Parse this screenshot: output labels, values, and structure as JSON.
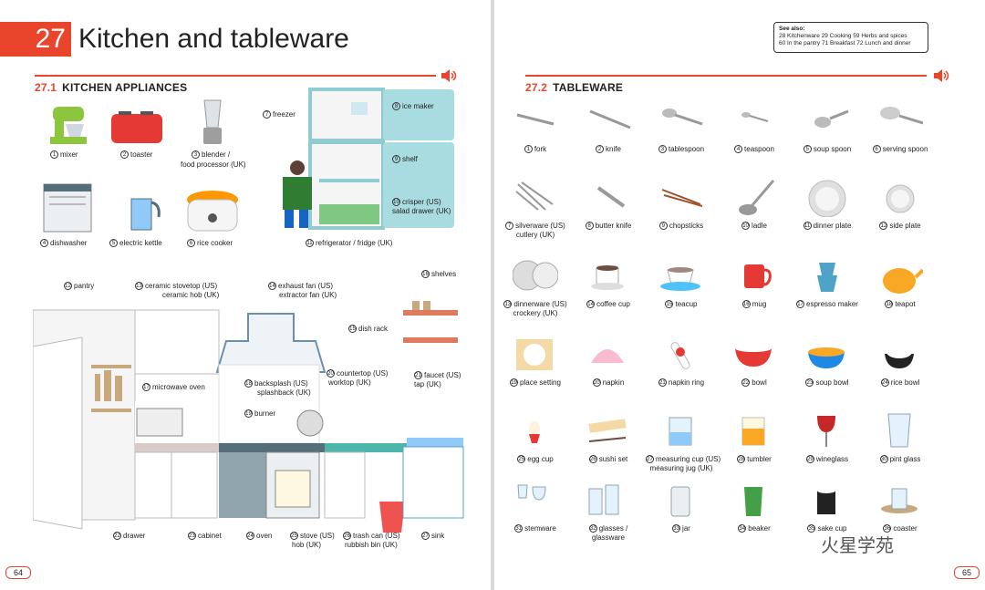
{
  "chapter": {
    "number": "27",
    "title": "Kitchen and tableware"
  },
  "left_section": {
    "num": "27.1",
    "title": "KITCHEN APPLIANCES"
  },
  "right_section": {
    "num": "27.2",
    "title": "TABLEWARE"
  },
  "see_also": {
    "heading": "See also:",
    "line1": "28 Kitchenware 29 Cooking 59 Herbs and spices",
    "line2": "60 In the pantry 71 Breakfast 72 Lunch and dinner"
  },
  "appliances": [
    {
      "n": "1",
      "label": "mixer"
    },
    {
      "n": "2",
      "label": "toaster"
    },
    {
      "n": "3",
      "label": "blender /",
      "label2": "food processor (UK)"
    },
    {
      "n": "4",
      "label": "dishwasher"
    },
    {
      "n": "5",
      "label": "electric kettle"
    },
    {
      "n": "6",
      "label": "rice cooker"
    },
    {
      "n": "7",
      "label": "freezer"
    },
    {
      "n": "8",
      "label": "ice maker"
    },
    {
      "n": "9",
      "label": "shelf"
    },
    {
      "n": "10",
      "label": "crisper (US)",
      "label2": "salad drawer (UK)"
    },
    {
      "n": "11",
      "label": "refrigerator / fridge (UK)"
    }
  ],
  "kitchen": [
    {
      "n": "12",
      "label": "pantry"
    },
    {
      "n": "13",
      "label": "ceramic stovetop (US)",
      "label2": "ceramic hob (UK)"
    },
    {
      "n": "14",
      "label": "exhaust fan (US)",
      "label2": "extractor fan (UK)"
    },
    {
      "n": "15",
      "label": "dish rack"
    },
    {
      "n": "16",
      "label": "shelves"
    },
    {
      "n": "17",
      "label": "microwave oven"
    },
    {
      "n": "18",
      "label": "backsplash (US)",
      "label2": "splashback (UK)"
    },
    {
      "n": "19",
      "label": "burner"
    },
    {
      "n": "20",
      "label": "countertop (US)",
      "label2": "worktop (UK)"
    },
    {
      "n": "21",
      "label": "faucet (US)",
      "label2": "tap (UK)"
    },
    {
      "n": "22",
      "label": "drawer"
    },
    {
      "n": "23",
      "label": "cabinet"
    },
    {
      "n": "24",
      "label": "oven"
    },
    {
      "n": "25",
      "label": "stove (US)",
      "label2": "hob (UK)"
    },
    {
      "n": "26",
      "label": "trash can (US)",
      "label2": "rubbish bin (UK)"
    },
    {
      "n": "27",
      "label": "sink"
    }
  ],
  "tableware": [
    {
      "n": "1",
      "label": "fork"
    },
    {
      "n": "2",
      "label": "knife"
    },
    {
      "n": "3",
      "label": "tablespoon"
    },
    {
      "n": "4",
      "label": "teaspoon"
    },
    {
      "n": "5",
      "label": "soup spoon"
    },
    {
      "n": "6",
      "label": "serving spoon"
    },
    {
      "n": "7",
      "label": "silverware (US)",
      "label2": "cutlery (UK)"
    },
    {
      "n": "8",
      "label": "butter knife"
    },
    {
      "n": "9",
      "label": "chopsticks"
    },
    {
      "n": "10",
      "label": "ladle"
    },
    {
      "n": "11",
      "label": "dinner plate"
    },
    {
      "n": "12",
      "label": "side plate"
    },
    {
      "n": "13",
      "label": "dinnerware (US)",
      "label2": "crockery (UK)"
    },
    {
      "n": "14",
      "label": "coffee cup"
    },
    {
      "n": "15",
      "label": "teacup"
    },
    {
      "n": "16",
      "label": "mug"
    },
    {
      "n": "17",
      "label": "espresso maker"
    },
    {
      "n": "18",
      "label": "teapot"
    },
    {
      "n": "19",
      "label": "place setting"
    },
    {
      "n": "20",
      "label": "napkin"
    },
    {
      "n": "21",
      "label": "napkin ring"
    },
    {
      "n": "22",
      "label": "bowl"
    },
    {
      "n": "23",
      "label": "soup bowl"
    },
    {
      "n": "24",
      "label": "rice bowl"
    },
    {
      "n": "25",
      "label": "egg cup"
    },
    {
      "n": "26",
      "label": "sushi set"
    },
    {
      "n": "27",
      "label": "measuring cup (US)",
      "label2": "measuring jug (UK)"
    },
    {
      "n": "28",
      "label": "tumbler"
    },
    {
      "n": "29",
      "label": "wineglass"
    },
    {
      "n": "30",
      "label": "pint glass"
    },
    {
      "n": "31",
      "label": "stemware"
    },
    {
      "n": "32",
      "label": "glasses /",
      "label2": "glassware"
    },
    {
      "n": "33",
      "label": "jar"
    },
    {
      "n": "34",
      "label": "beaker"
    },
    {
      "n": "35",
      "label": "sake cup"
    },
    {
      "n": "36",
      "label": "coaster"
    }
  ],
  "page_left": "64",
  "page_right": "65",
  "watermark": "火星学苑",
  "colors": {
    "accent": "#e8452c",
    "fridge": "#a8dce0"
  }
}
